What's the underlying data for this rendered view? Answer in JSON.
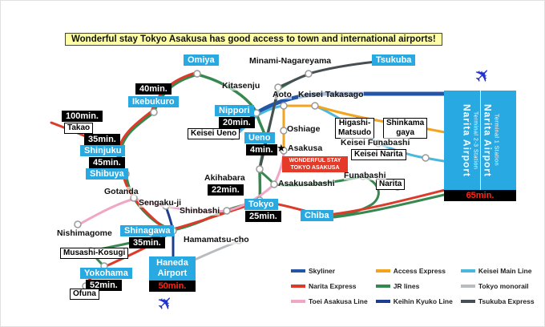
{
  "banner": {
    "text": "Wonderful stay Tokyo Asakusa has good access to town and international airports!"
  },
  "stations": {
    "omiya": "Omiya",
    "tsukuba": "Tsukuba",
    "minami_nagareyama": "Minami-Nagareyama",
    "kitasenju": "Kitasenju",
    "ikebukuro": "Ikebukuro",
    "takao": "Takao",
    "shinjuku": "Shinjuku",
    "shibuya": "Shibuya",
    "nippori": "Nippori",
    "keisei_ueno": "Keisei Ueno",
    "ueno": "Ueno",
    "aoto": "Aoto",
    "keisei_takasago": "Keisei Takasago",
    "oshiage": "Oshiage",
    "asakusa": "Asakusa",
    "asakusabashi": "Asakusabashi",
    "akihabara": "Akihabara",
    "tokyo": "Tokyo",
    "shinbashi": "Shinbashi",
    "hamamatsucho": "Hamamatsu-cho",
    "gotanda": "Gotanda",
    "sengakuji": "Sengaku-ji",
    "nishimagome": "Nishimagome",
    "shinagawa": "Shinagawa",
    "musashi_kosugi": "Musashi-Kosugi",
    "yokohama": "Yokohama",
    "ofuna": "Ofuna",
    "higashi_matsudo_line1": "Higashi-",
    "higashi_matsudo_line2": "Matsudo",
    "shinkamagaya_line1": "Shinkama",
    "shinkamagaya_line2": "gaya",
    "keisei_funabashi": "Keisei Funabashi",
    "keisei_narita": "Keisei Narita",
    "funabashi": "Funabashi",
    "narita": "Narita",
    "chiba": "Chiba"
  },
  "times": {
    "takao": "100min.",
    "ikebukuro": "40min.",
    "shinjuku": "35min.",
    "shibuya": "45min.",
    "nippori": "20min.",
    "ueno": "4min.",
    "akihabara": "22min.",
    "tokyo": "25min.",
    "shinagawa": "35min.",
    "yokohama": "52min.",
    "haneda": "50min.",
    "narita_airport": "65min."
  },
  "hotel": {
    "marker": "★",
    "line1": "WONDERFUL STAY",
    "line2": "TOKYO ASAKUSA"
  },
  "haneda_airport": {
    "line1": "Haneda",
    "line2": "Airport"
  },
  "narita_airport": {
    "name": "Narita Airport",
    "terminal23": "Terminal 2-3 Station",
    "terminal1": "Terminal 1 Station"
  },
  "icons": {
    "airplane": "✈"
  },
  "lines": {
    "skyliner": {
      "label": "Skyliner",
      "color": "#2456a8"
    },
    "narita_express": {
      "label": "Narita Express",
      "color": "#dd3a2a"
    },
    "toei_asakusa": {
      "label": "Toei Asakusa Line",
      "color": "#f0a6c4"
    },
    "access_express": {
      "label": "Access Express",
      "color": "#f2a41e"
    },
    "jr": {
      "label": "JR lines",
      "color": "#35894e"
    },
    "keihin_kyuko": {
      "label": "Keihin Kyuko Line",
      "color": "#1d3e8f"
    },
    "keisei_main": {
      "label": "Keisei Main Line",
      "color": "#4ab8dc"
    },
    "tokyo_monorail": {
      "label": "Tokyo monorail",
      "color": "#b9bcbf"
    },
    "tsukuba_express": {
      "label": "Tsukuba Express",
      "color": "#474f54"
    }
  }
}
